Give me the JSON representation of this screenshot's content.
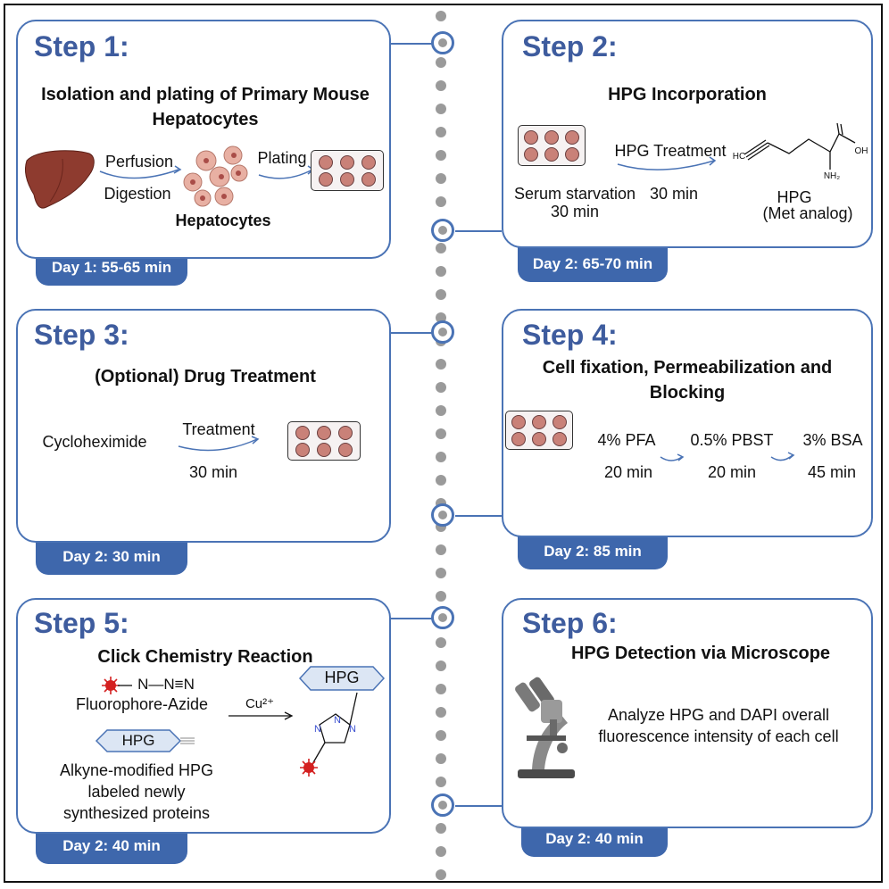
{
  "colors": {
    "accent": "#3e5c9e",
    "tag": "#3e67ac",
    "timeline": "#9a9a9a",
    "well": "#c98178"
  },
  "step1": {
    "title": "Step 1:",
    "subtitle": "Isolation and plating of Primary Mouse Hepatocytes",
    "perfusion": "Perfusion",
    "digestion": "Digestion",
    "hepatocytes": "Hepatocytes",
    "plating": "Plating",
    "time": "Day 1: 55-65 min",
    "icons": [
      "liver-icon",
      "hepatocyte-cells-icon",
      "well-plate-icon"
    ]
  },
  "step2": {
    "title": "Step 2:",
    "subtitle": "HPG Incorporation",
    "treatment": "HPG Treatment",
    "treatment_time": "30 min",
    "starvation": "Serum starvation",
    "starvation_time": "30 min",
    "hpg": "HPG",
    "met_analog": "(Met analog)",
    "chem_hc": "HC",
    "chem_nh2": "NH₂",
    "chem_oh": "OH",
    "time": "Day 2: 65-70 min"
  },
  "step3": {
    "title": "Step 3:",
    "subtitle": "(Optional) Drug Treatment",
    "drug": "Cycloheximide",
    "treatment": "Treatment",
    "treatment_time": "30 min",
    "time": "Day 2: 30 min"
  },
  "step4": {
    "title": "Step 4:",
    "subtitle": "Cell fixation, Permeabilization and Blocking",
    "pfa": "4% PFA",
    "pfa_time": "20 min",
    "pbst": "0.5% PBST",
    "pbst_time": "20 min",
    "bsa": "3% BSA",
    "bsa_time": "45 min",
    "time": "Day 2: 85 min"
  },
  "step5": {
    "title": "Step 5:",
    "subtitle": "Click Chemistry Reaction",
    "azide_formula": "N—N≡N",
    "fluorophore_azide": "Fluorophore-Azide",
    "hpg_tag": "HPG",
    "alkyne_line1": "Alkyne-modified HPG",
    "alkyne_line2": "labeled newly",
    "alkyne_line3": "synthesized proteins",
    "catalyst": "Cu²⁺",
    "product_hpg": "HPG",
    "triazole_n": "N",
    "time": "Day 2: 40 min"
  },
  "step6": {
    "title": "Step 6:",
    "subtitle": "HPG Detection via Microscope",
    "analyze_line1": "Analyze HPG and DAPI overall",
    "analyze_line2": "fluorescence intensity of each cell",
    "time": "Day 2: 40 min",
    "icons": [
      "microscope-icon"
    ]
  }
}
